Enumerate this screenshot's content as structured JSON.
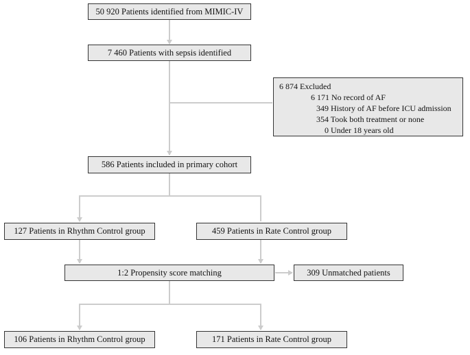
{
  "boxes": {
    "identified": "50 920 Patients identified from MIMIC-IV",
    "sepsis": "7 460 Patients with sepsis identified",
    "primary": "586 Patients included in primary cohort",
    "rhythm_pre": "127 Patients in Rhythm Control group",
    "rate_pre": "459 Patients in Rate Control group",
    "matching": "1:2 Propensity score matching",
    "unmatched": "309 Unmatched patients",
    "rhythm_post": "106 Patients in Rhythm Control group",
    "rate_post": "171 Patients in Rate Control group"
  },
  "excluded": {
    "title": "6 874 Excluded",
    "items": [
      "6 171 No record of AF",
      "349 History of AF before ICU admission",
      "354 Took both treatment or none",
      "0 Under 18 years old"
    ]
  },
  "colors": {
    "box_fill": "#e8e8e8",
    "box_border": "#333333",
    "connector": "#cccccc"
  }
}
